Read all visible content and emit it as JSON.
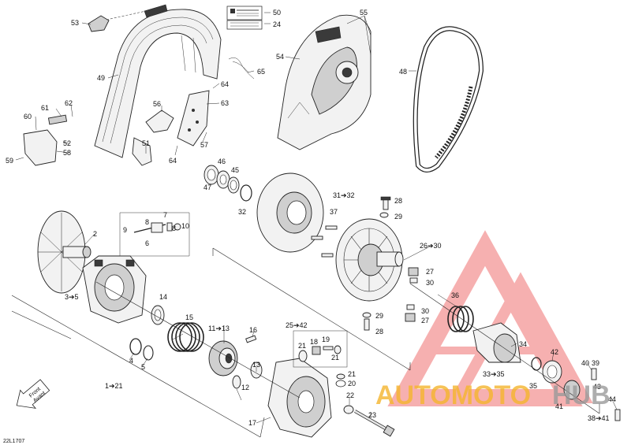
{
  "diagram_id": "22L1707",
  "front_sign": {
    "line1": "Front",
    "line2": "Avant"
  },
  "watermark": {
    "part1": "AUTOMOTO",
    "part2": "HUB",
    "color_triangle": "#f07070",
    "color_text1": "#f5b52e",
    "color_text2": "#aaaaaa"
  },
  "callouts": {
    "c53": "53",
    "c50": "50",
    "c24": "24",
    "c55": "55",
    "c49": "49",
    "c54": "54",
    "c48": "48",
    "c65": "65",
    "c64a": "64",
    "c63": "63",
    "c56": "56",
    "c61": "61",
    "c62": "62",
    "c60": "60",
    "c52": "52",
    "c58": "58",
    "c59": "59",
    "c51": "51",
    "c57": "57",
    "c64b": "64",
    "c46": "46",
    "c45": "45",
    "c47": "47",
    "c32": "32",
    "c31": "31➔32",
    "c28a": "28",
    "c29a": "29",
    "c37": "37",
    "c26": "26➔30",
    "c27a": "27",
    "c30a": "30",
    "c30b": "30",
    "c27b": "27",
    "c29b": "29",
    "c28b": "28",
    "c7": "7",
    "c8a": "8",
    "c8b": "8",
    "c10": "10",
    "c9": "9",
    "c6": "6",
    "c2": "2",
    "c3": "3➔5",
    "c14": "14",
    "c15": "15",
    "c11": "11➔13",
    "c16": "16",
    "c25": "25➔42",
    "c4": "4",
    "c5": "5",
    "c1": "1➔21",
    "c12": "12",
    "c13": "13",
    "c21a": "21",
    "c18": "18",
    "c19": "19",
    "c21b": "21",
    "c21c": "21",
    "c20": "20",
    "c22": "22",
    "c23": "23",
    "c17": "17",
    "c36": "36",
    "c34": "34",
    "c42": "42",
    "c33": "33➔35",
    "c35": "35",
    "c40": "40",
    "c39": "39",
    "c43": "43",
    "c41": "41",
    "c44": "44",
    "c38": "38➔41"
  }
}
